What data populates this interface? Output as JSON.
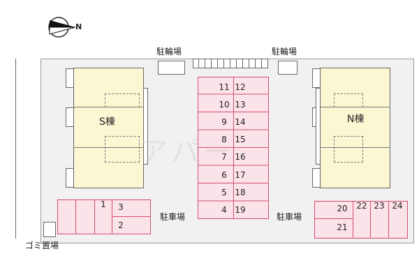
{
  "compass": {
    "north_label": "N",
    "icon": "compass-arrow-icon"
  },
  "labels": {
    "bicycle_parking_left": "駐輪場",
    "bicycle_parking_right": "駐輪場",
    "parking_left": "駐車場",
    "parking_right": "駐車場",
    "garbage": "ゴミ置場"
  },
  "buildings": {
    "south": {
      "label": "S棟"
    },
    "north": {
      "label": "N棟"
    }
  },
  "parking_center_rows": [
    {
      "left": "11",
      "right": "12"
    },
    {
      "left": "10",
      "right": "13"
    },
    {
      "left": "9",
      "right": "14"
    },
    {
      "left": "8",
      "right": "15"
    },
    {
      "left": "7",
      "right": "16"
    },
    {
      "left": "6",
      "right": "17"
    },
    {
      "left": "5",
      "right": "18"
    },
    {
      "left": "4",
      "right": "19"
    }
  ],
  "parking_left": {
    "slot_a": "1",
    "slot_b": "3",
    "slot_c": "2"
  },
  "parking_right": {
    "slot_a": "20",
    "slot_b": "21",
    "slot_c": "22",
    "slot_d": "23",
    "slot_e": "24"
  },
  "colors": {
    "parking": "#fce3ea",
    "parking_border": "#d44b6e",
    "building": "#fbf7d3",
    "site": "#f1f1f1"
  }
}
